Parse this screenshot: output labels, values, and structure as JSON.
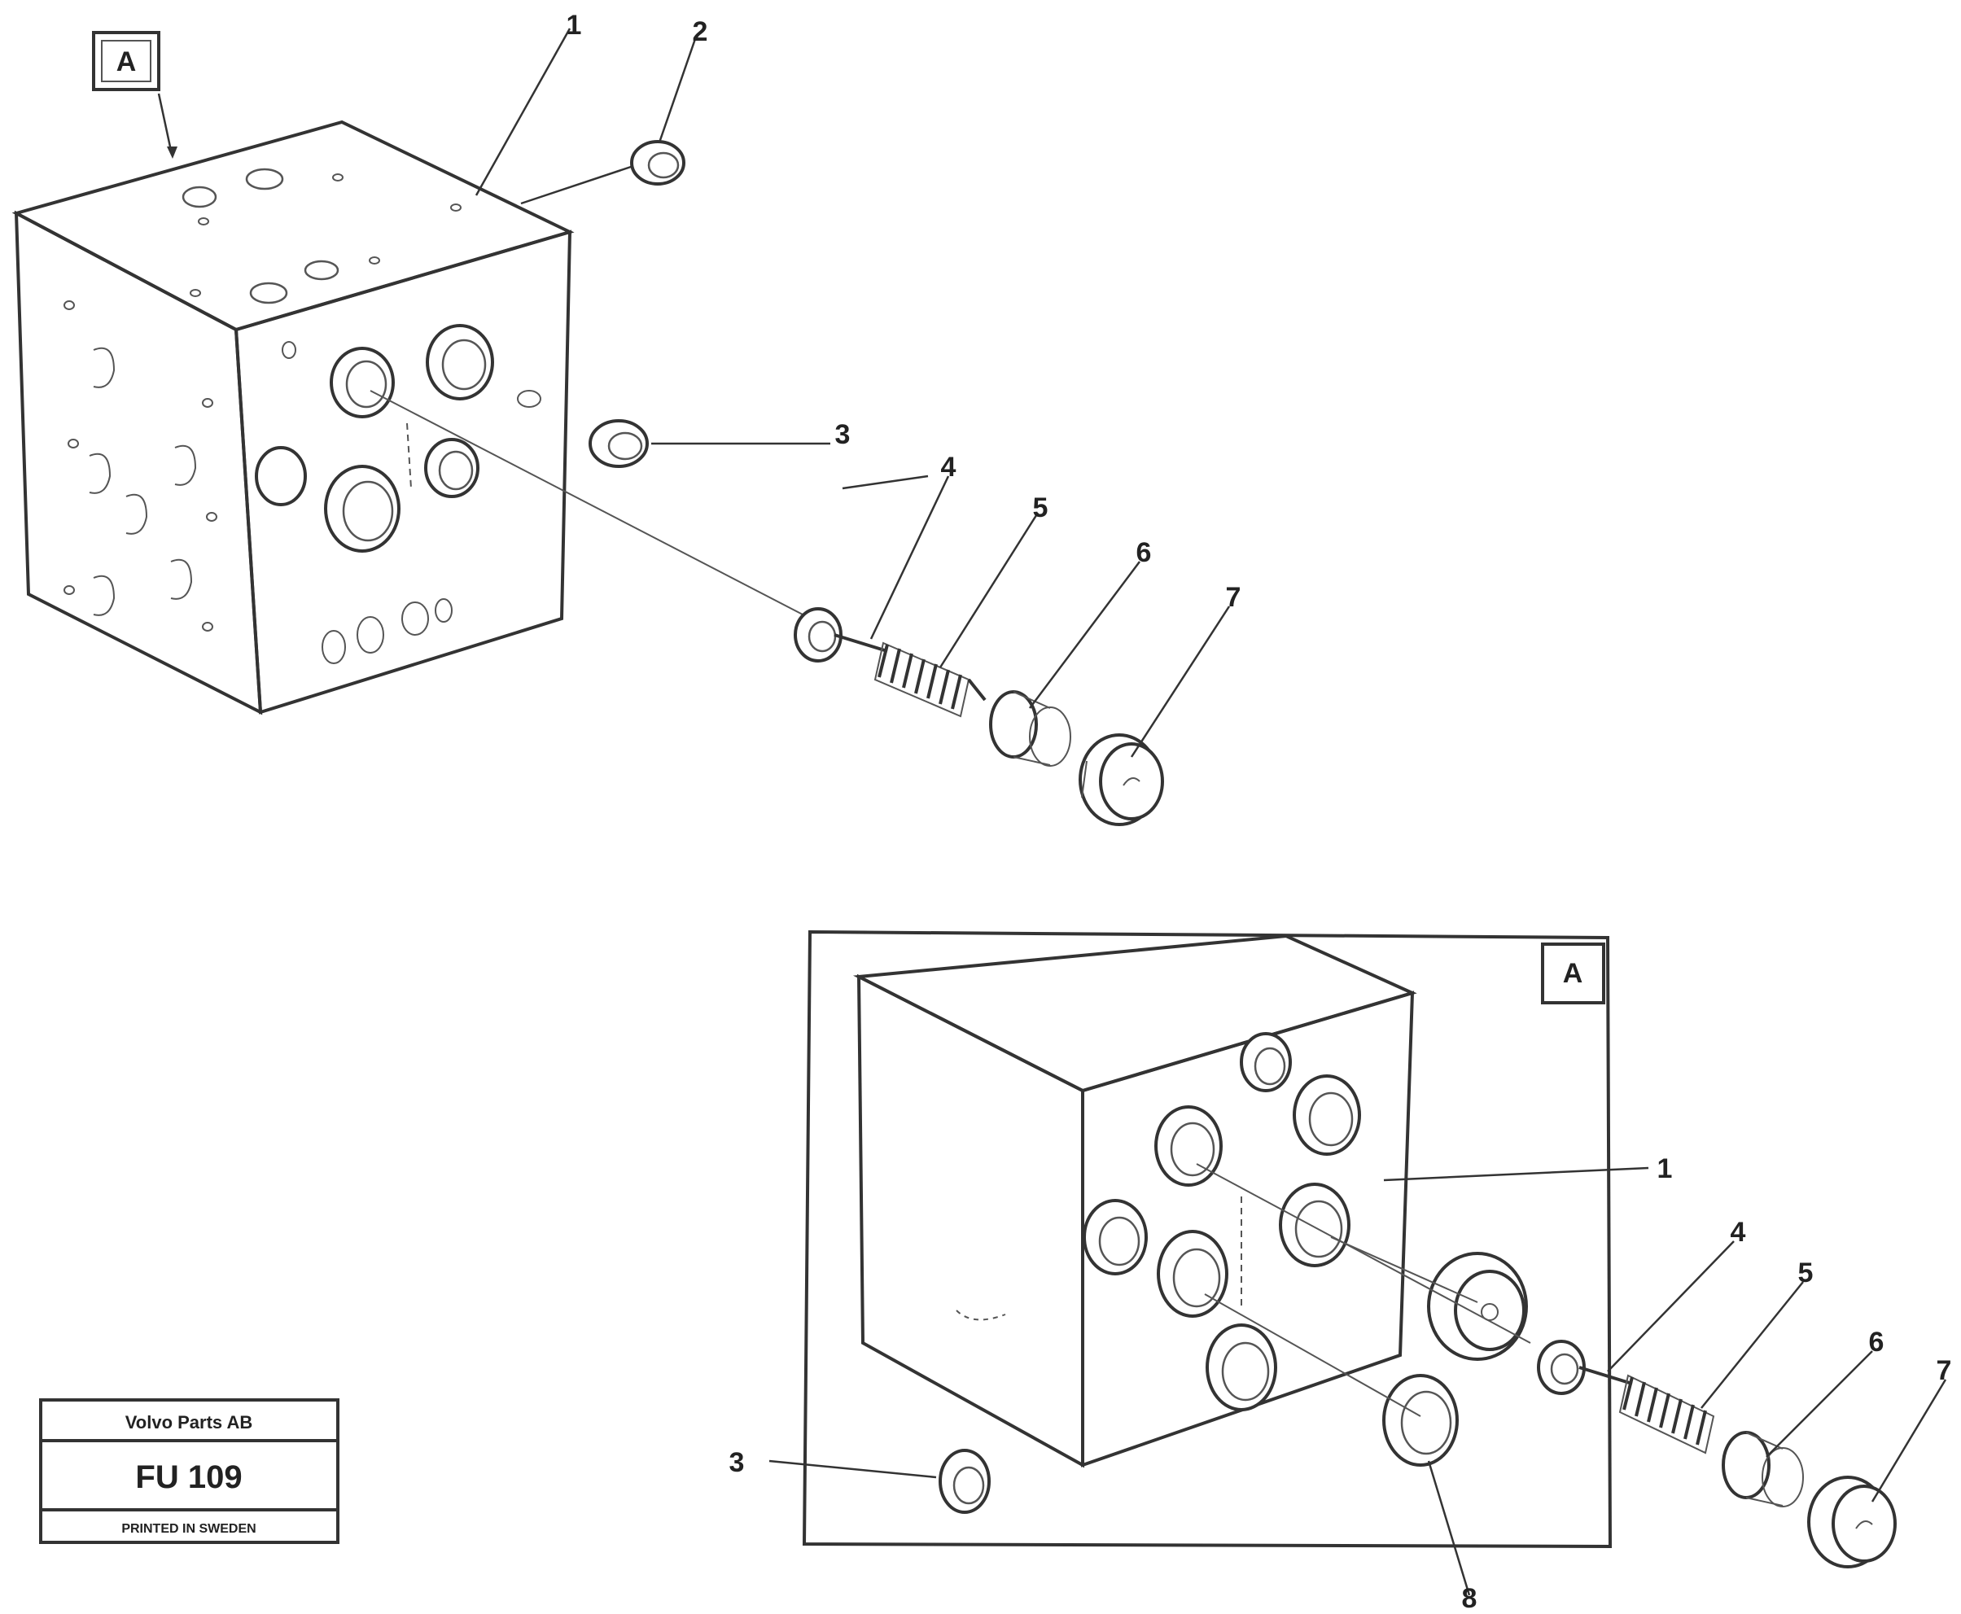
{
  "view_marker": "A",
  "main_view": {
    "callouts": {
      "c1": "1",
      "c2": "2",
      "c3": "3",
      "c4": "4",
      "c5": "5",
      "c6": "6",
      "c7": "7"
    }
  },
  "detail_view": {
    "marker": "A",
    "callouts": {
      "c1": "1",
      "c3": "3",
      "c4": "4",
      "c5": "5",
      "c6": "6",
      "c7": "7",
      "c8": "8"
    }
  },
  "title_block": {
    "company": "Volvo Parts AB",
    "drawing_no": "FU 109",
    "note": "PRINTED IN SWEDEN"
  }
}
